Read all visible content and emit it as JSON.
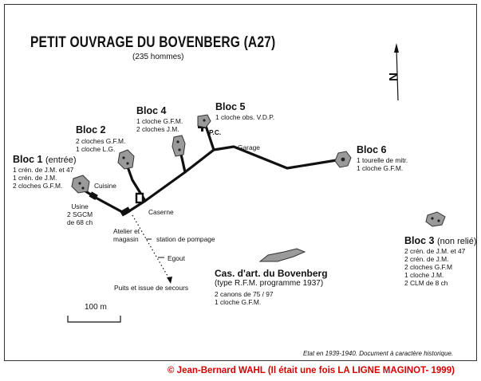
{
  "title": "PETIT OUVRAGE DU BOVENBERG (A27)",
  "subtitle": "(235 hommes)",
  "north_label": "N",
  "blocs": [
    {
      "id": "bloc1",
      "name": "Bloc 1",
      "qualifier": "(entrée)",
      "lines": [
        "1 crén. de J.M. et 47",
        "1 crén. de J.M.",
        "2 cloches G.F.M."
      ]
    },
    {
      "id": "bloc2",
      "name": "Bloc 2",
      "qualifier": "",
      "lines": [
        "2 cloches G.F.M.",
        "1 cloche L.G."
      ]
    },
    {
      "id": "bloc4",
      "name": "Bloc 4",
      "qualifier": "",
      "lines": [
        "1 cloche G.F.M.",
        "2 cloches J.M."
      ]
    },
    {
      "id": "bloc5",
      "name": "Bloc 5",
      "qualifier": "",
      "lines": [
        "1 cloche obs. V.D.P."
      ]
    },
    {
      "id": "bloc6",
      "name": "Bloc 6",
      "qualifier": "",
      "lines": [
        "1 tourelle de mitr.",
        "1 cloche G.F.M."
      ]
    },
    {
      "id": "bloc3",
      "name": "Bloc 3",
      "qualifier": "(non relié)",
      "lines": [
        "2 crén. de J.M. et 47",
        "2 crén. de J.M.",
        "2 cloches G.F.M",
        "1 cloche J.M.",
        "2 CLM de 8 ch"
      ]
    }
  ],
  "labels": {
    "cuisine": "Cuisine",
    "usine": [
      "Usine",
      "2 SGCM",
      "de 68 ch"
    ],
    "caserne": "Caserne",
    "atelier": [
      "Atelier et",
      "magasin"
    ],
    "station": "station de pompage",
    "egout": "Egout",
    "puits": "Puits et issue de secours",
    "pc": "P.C.",
    "garage": "Garage"
  },
  "casemate": {
    "name": "Cas. d'art. du Bovenberg",
    "type": "(type R.F.M. programme 1937)",
    "lines": [
      "2 canons de 75 / 97",
      "1 cloche G.F.M."
    ]
  },
  "scale_label": "100 m",
  "note": "Etat en 1939-1940. Document à caractère historique.",
  "copyright": "© Jean-Bernard WAHL (Il était une fois LA LIGNE MAGINOT- 1999)"
}
